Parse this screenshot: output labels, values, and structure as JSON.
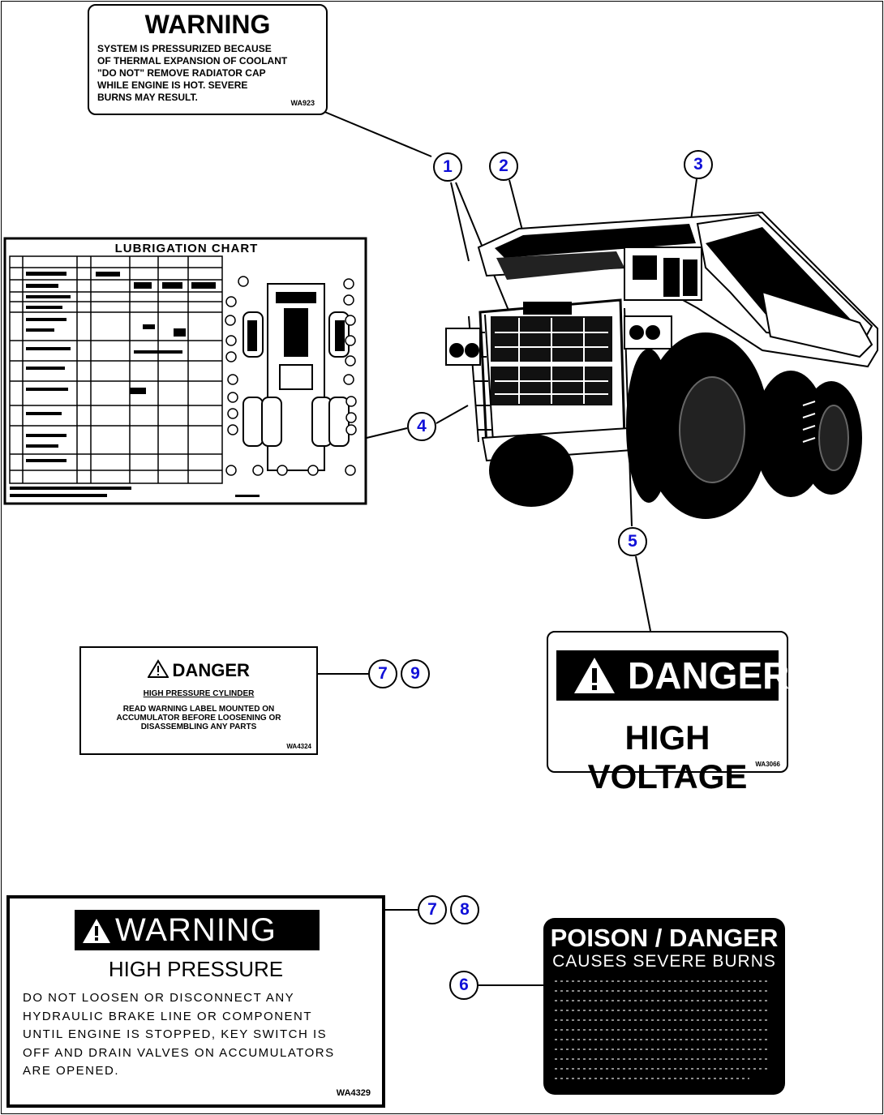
{
  "callouts": [
    "1",
    "2",
    "3",
    "4",
    "5",
    "6",
    "7",
    "9",
    "7",
    "8"
  ],
  "colors": {
    "callout_text": "#1010d8",
    "ink": "#000000",
    "paper": "#ffffff"
  },
  "decal_radiator": {
    "title": "WARNING",
    "lines": [
      "SYSTEM IS PRESSURIZED BECAUSE",
      "OF THERMAL EXPANSION OF COOLANT",
      "\"DO NOT\" REMOVE RADIATOR CAP",
      "WHILE ENGINE IS HOT. SEVERE",
      "BURNS MAY RESULT."
    ],
    "code": "WA923"
  },
  "decal_lubrication": {
    "title": "LUBRIGATION CHART"
  },
  "decal_accumulator": {
    "title": "DANGER",
    "subtitle": "HIGH PRESSURE CYLINDER",
    "lines": [
      "READ WARNING LABEL MOUNTED ON",
      "ACCUMULATOR BEFORE LOOSENING OR",
      "DISASSEMBLING ANY PARTS"
    ],
    "code": "WA4324"
  },
  "decal_voltage": {
    "title": "DANGER",
    "subtitle": "HIGH VOLTAGE",
    "code": "WA3066"
  },
  "decal_brake": {
    "title": "WARNING",
    "subtitle": "HIGH PRESSURE",
    "lines": [
      "DO NOT LOOSEN OR DISCONNECT ANY",
      "HYDRAULIC BRAKE LINE OR COMPONENT",
      "UNTIL ENGINE IS STOPPED, KEY SWITCH IS",
      "OFF AND DRAIN VALVES ON ACCUMULATORS",
      "ARE OPENED."
    ],
    "code": "WA4329"
  },
  "decal_poison": {
    "title": "POISON / DANGER",
    "subtitle": "CAUSES SEVERE BURNS"
  },
  "icons": [
    "warning-triangle-icon",
    "exclamation-icon"
  ]
}
